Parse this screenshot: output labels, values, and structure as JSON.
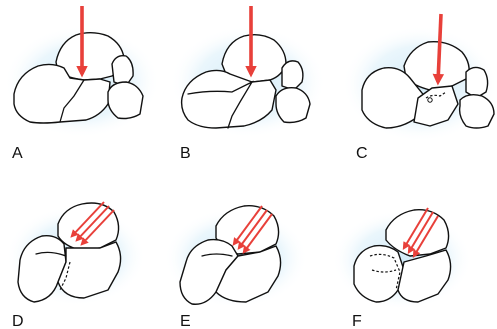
{
  "panels": [
    {
      "label": "A",
      "force": "axial-load"
    },
    {
      "label": "B",
      "force": "axial-load"
    },
    {
      "label": "C",
      "force": "axial-load"
    },
    {
      "label": "D",
      "force": "oblique-load"
    },
    {
      "label": "E",
      "force": "oblique-load"
    },
    {
      "label": "F",
      "force": "oblique-load"
    }
  ],
  "colors": {
    "arrow": "#e8403a",
    "glow": "#cfe9f7",
    "outline": "#111111",
    "background": "#ffffff"
  }
}
